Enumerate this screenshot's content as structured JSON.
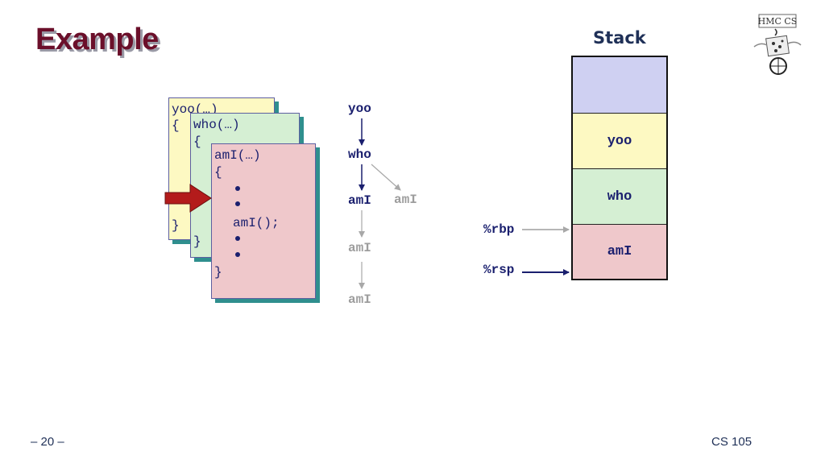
{
  "slide": {
    "title": "Example",
    "page_number": "– 20 –",
    "course": "CS 105"
  },
  "code": {
    "yoo": {
      "header": "yoo(…)",
      "open": "{",
      "close": "}"
    },
    "who": {
      "header": "who(…)",
      "open": "{",
      "close": "}"
    },
    "ami": {
      "header": "amI(…)",
      "open": "{",
      "call": "amI();",
      "close": "}"
    }
  },
  "call_chain": {
    "nodes": [
      "yoo",
      "who",
      "amI",
      "amI",
      "amI",
      "amI"
    ],
    "active": [
      "yoo",
      "who",
      "amI"
    ]
  },
  "stack": {
    "title": "Stack",
    "frames": [
      "",
      "yoo",
      "who",
      "amI"
    ],
    "frame_colors": [
      "#cfd0f2",
      "#fdf9c2",
      "#d5efd3",
      "#efc8cb"
    ]
  },
  "registers": {
    "rbp": "%rbp",
    "rsp": "%rsp"
  },
  "logo": {
    "text": "HMC CS"
  },
  "colors": {
    "title": "#6b0f2a",
    "code_text": "#1a1f6e",
    "pointer_arrow": "#b31b1b",
    "shadow": "#2f8f8e"
  }
}
